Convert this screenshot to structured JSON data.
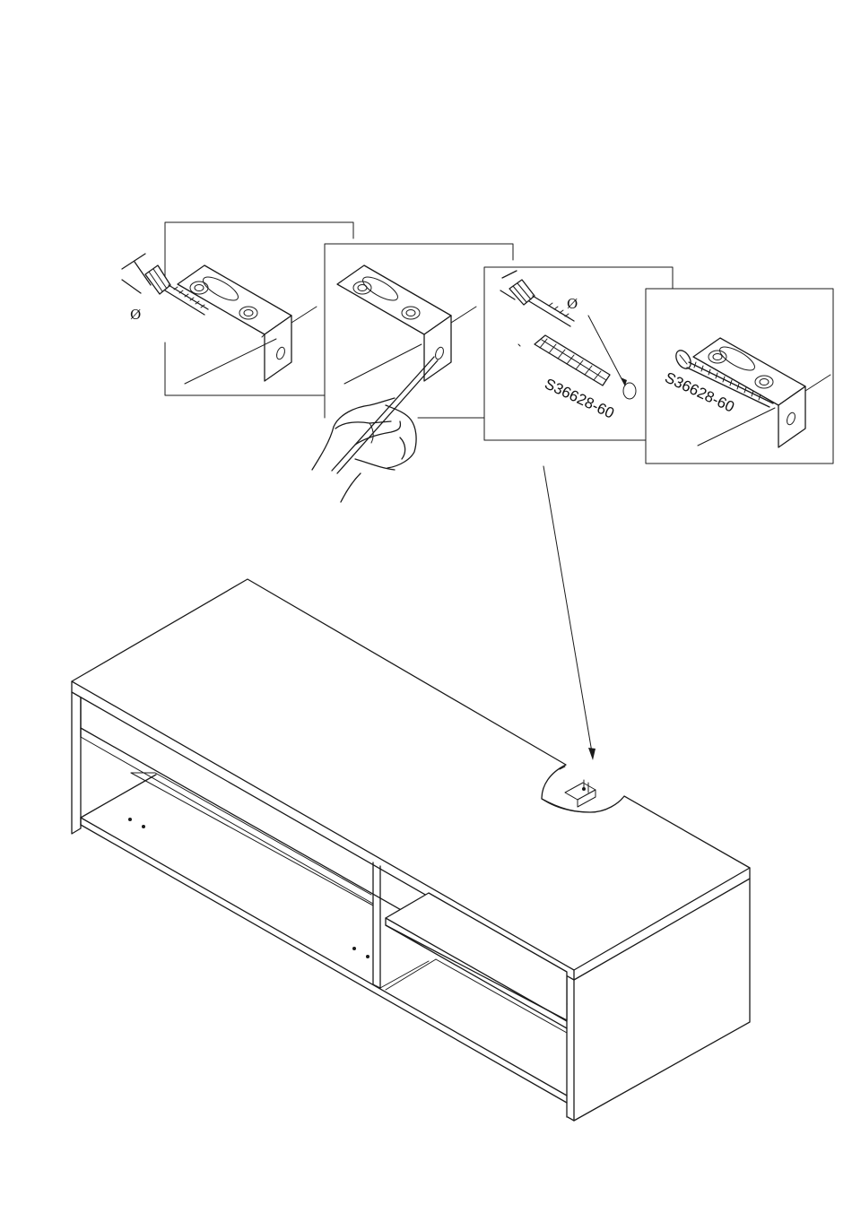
{
  "colors": {
    "ink": "#1a1a1a",
    "paper": "#ffffff"
  },
  "steps": [
    {
      "id": "drill-bracket-holes",
      "icons": [
        "drill-icon",
        "diameter-icon"
      ]
    },
    {
      "id": "mark-wall-with-pencil",
      "icons": [
        "hand-icon",
        "pencil-icon"
      ]
    },
    {
      "id": "drill-wall-insert-plug",
      "part_label": "S36628-60",
      "icons": [
        "drill-icon",
        "diameter-icon",
        "wall-plug-icon"
      ]
    },
    {
      "id": "screw-bracket-to-wall",
      "part_label": "S36628-60",
      "icons": [
        "screw-icon"
      ]
    }
  ],
  "symbols": {
    "diameter": "Ø"
  }
}
